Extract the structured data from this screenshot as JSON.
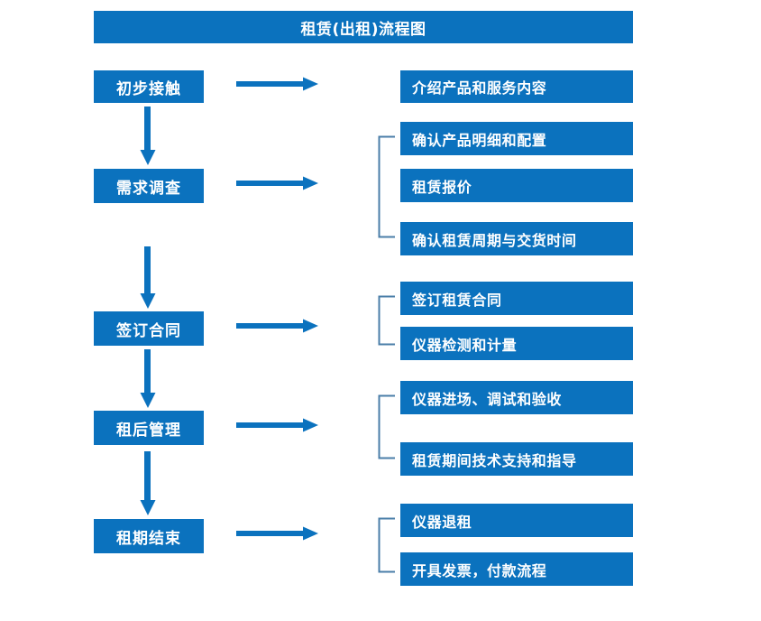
{
  "diagram": {
    "title": "租赁(出租)流程图",
    "accent_color": "#0B72BE",
    "bracket_color": "#4A7EA8",
    "text_color": "#FFFFFF",
    "background_color": "#FFFFFF"
  },
  "stages": [
    {
      "id": "stage-1",
      "label": "初步接触"
    },
    {
      "id": "stage-2",
      "label": "需求调查"
    },
    {
      "id": "stage-3",
      "label": "签订合同"
    },
    {
      "id": "stage-4",
      "label": "租后管理"
    },
    {
      "id": "stage-5",
      "label": "租期结束"
    }
  ],
  "details": [
    {
      "id": "detail-1",
      "label": "介绍产品和服务内容"
    },
    {
      "id": "detail-2",
      "label": "确认产品明细和配置"
    },
    {
      "id": "detail-3",
      "label": "租赁报价"
    },
    {
      "id": "detail-4",
      "label": "确认租赁周期与交货时间"
    },
    {
      "id": "detail-5",
      "label": "签订租赁合同"
    },
    {
      "id": "detail-6",
      "label": "仪器检测和计量"
    },
    {
      "id": "detail-7",
      "label": "仪器进场、调试和验收"
    },
    {
      "id": "detail-8",
      "label": "租赁期间技术支持和指导"
    },
    {
      "id": "detail-9",
      "label": "仪器退租"
    },
    {
      "id": "detail-10",
      "label": "开具发票，付款流程"
    }
  ],
  "connectors": {
    "right_arrows": 5,
    "down_arrows": 4,
    "brackets": 4
  }
}
